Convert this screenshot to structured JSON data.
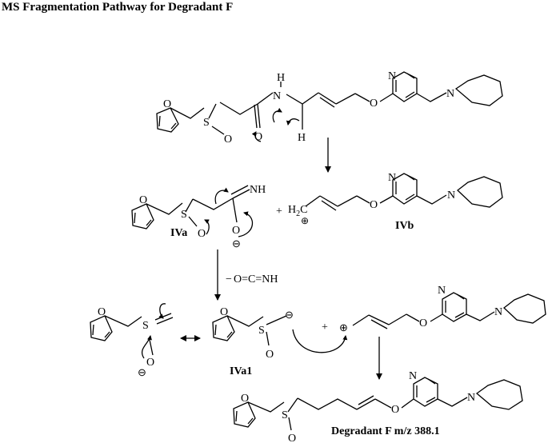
{
  "title": "MS Fragmentation Pathway for Degradant F",
  "atoms": {
    "o": "O",
    "n": "N",
    "s": "S",
    "h": "H",
    "nh": "NH",
    "h2c": "H",
    "h2c_sub": "2",
    "h2c_c": "C",
    "plus": "+",
    "minus": "−",
    "plus_circle": "⊕",
    "minus_circle": "⊖"
  },
  "labels": {
    "iva": "IVa",
    "ivb": "IVb",
    "iva1": "IVa1",
    "degradant": "Degradant F m/z 388.1"
  },
  "loss": {
    "prefix": "−",
    "formula": "O=C=NH"
  },
  "colors": {
    "ink": "#000000",
    "background": "#ffffff"
  }
}
